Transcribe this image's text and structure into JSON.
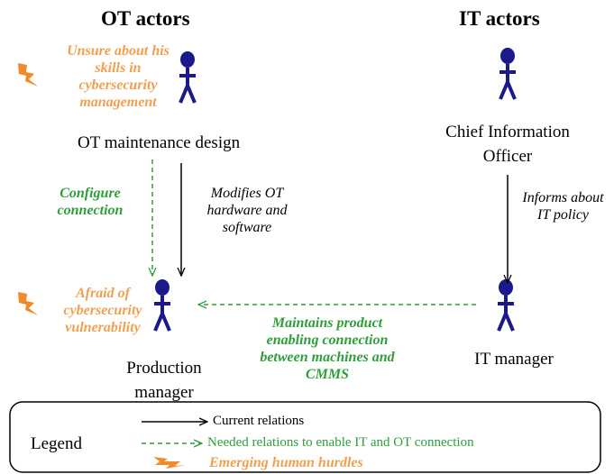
{
  "headers": {
    "ot": "OT actors",
    "it": "IT actors"
  },
  "actors": {
    "ot_maintenance": "OT maintenance design",
    "cio_line1": "Chief Information",
    "cio_line2": "Officer",
    "production_line1": "Production",
    "production_line2": "manager",
    "it_manager": "IT manager"
  },
  "hurdles": {
    "unsure": [
      "Unsure about his",
      "skills in",
      "cybersecurity",
      "management"
    ],
    "afraid": [
      "Afraid of",
      "cybersecurity",
      "vulnerability"
    ]
  },
  "relations": {
    "configure": [
      "Configure",
      "connection"
    ],
    "modifies": [
      "Modifies OT",
      "hardware and",
      "software"
    ],
    "informs": [
      "Informs about",
      "IT policy"
    ],
    "maintains": [
      "Maintains product",
      "enabling connection",
      "between machines and",
      "CMMS"
    ]
  },
  "legend": {
    "title": "Legend",
    "current": "Current relations",
    "needed": "Needed relations to enable IT and OT connection",
    "hurdles": "Emerging human hurdles"
  },
  "colors": {
    "figure": "#1a1a8c",
    "green": "#2e9e3a",
    "orange": "#f0a050",
    "lightning": "#f08a2a"
  },
  "icons": {
    "actor": "stick-figure-icon",
    "hurdle": "lightning-icon"
  }
}
